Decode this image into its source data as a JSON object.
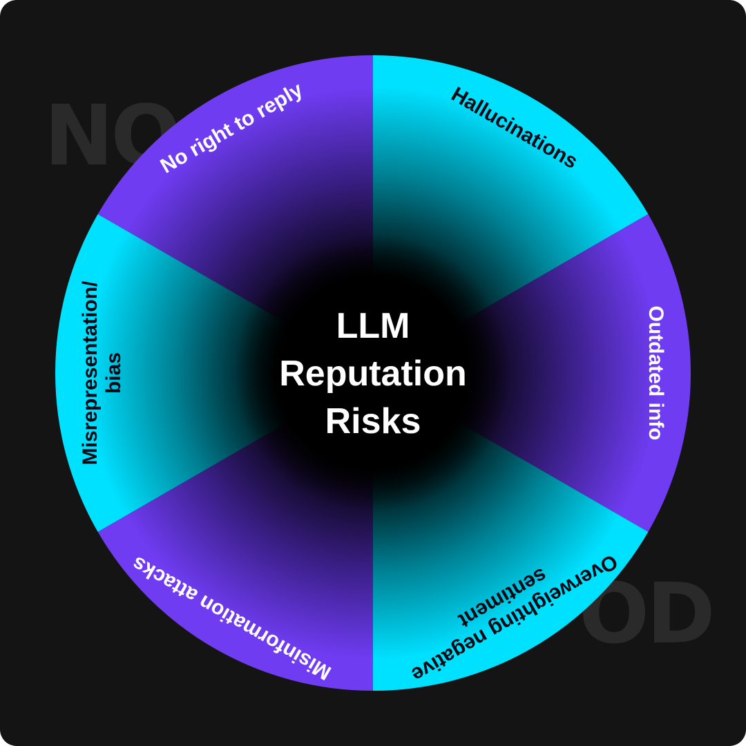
{
  "diagram": {
    "center": {
      "lines": [
        "LLM",
        "Reputation",
        "Risks"
      ]
    },
    "segments": [
      {
        "label": "Hallucinations",
        "color": "#00e0ff",
        "text_color": "#0a0a14"
      },
      {
        "label": "Outdated info",
        "color": "#6f3cf2",
        "text_color": "#ffffff"
      },
      {
        "label": "Overweighting negative",
        "label2": "sentiment",
        "color": "#00e0ff",
        "text_color": "#0a0a14"
      },
      {
        "label": "Misinformation attacks",
        "color": "#6f3cf2",
        "text_color": "#ffffff"
      },
      {
        "label": "Misrepresentation/",
        "label2": "bias",
        "color": "#00e0ff",
        "text_color": "#0a0a14"
      },
      {
        "label": "No right to reply",
        "color": "#6f3cf2",
        "text_color": "#ffffff"
      }
    ]
  },
  "colors": {
    "background": "#141414",
    "cyan": "#00e0ff",
    "purple": "#6f3cf2",
    "center": "#000000"
  }
}
